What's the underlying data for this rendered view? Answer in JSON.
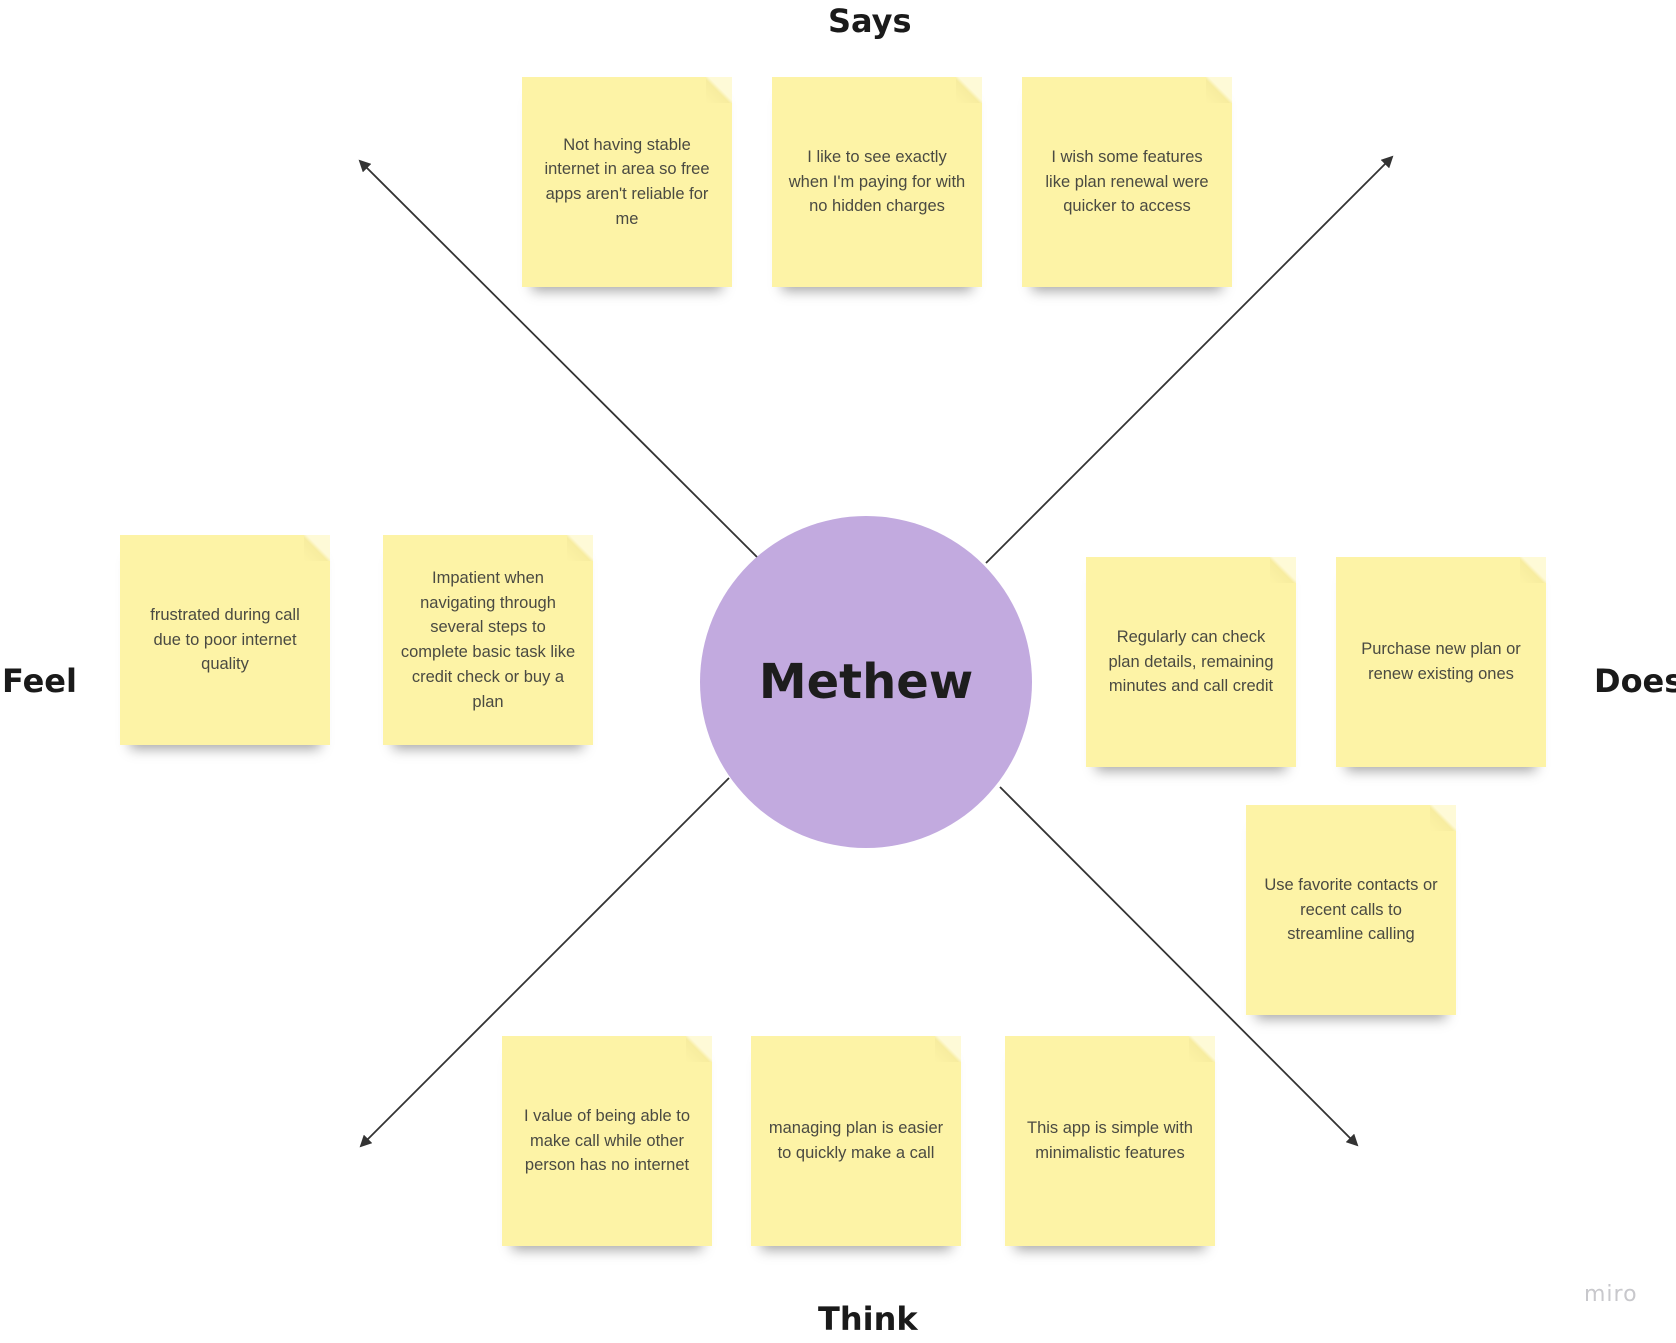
{
  "center": {
    "name": "Methew",
    "color": "#c2aadf"
  },
  "quadrants": {
    "says": {
      "label": "Says",
      "notes": [
        "Not having stable internet in area so free apps aren't reliable for me",
        "I like to see exactly when I'm paying for with no hidden charges",
        "I wish some features like plan renewal were quicker to access"
      ]
    },
    "feel": {
      "label": "Feel",
      "notes": [
        "frustrated during call due to poor internet quality",
        "Impatient when navigating through several steps to complete basic task like credit check or buy a plan"
      ]
    },
    "does": {
      "label": "Does",
      "notes": [
        "Regularly can check plan details, remaining minutes and call credit",
        "Purchase new plan or renew existing ones",
        "Use favorite contacts or recent calls to streamline calling"
      ]
    },
    "think": {
      "label": "Think",
      "notes": [
        "I value of being able to make call while other person has no internet",
        "managing plan is easier to quickly make a call",
        "This app is simple with minimalistic features"
      ]
    }
  },
  "colors": {
    "sticky_note": "#fdf3a6",
    "arrow": "#333333"
  },
  "watermark": "miro"
}
